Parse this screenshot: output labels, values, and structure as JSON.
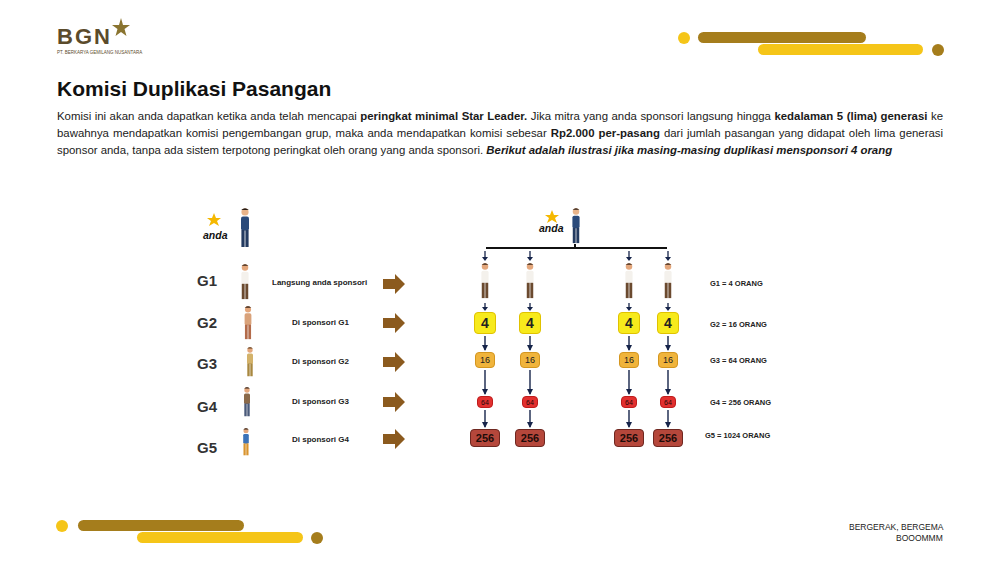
{
  "diagram": {
    "title": "Komisi Duplikasi Pasangan",
    "nodes": [
      {
        "text": [
          "4"
        ]
      },
      {
        "text": [
          "4"
        ]
      },
      {
        "text": [
          "4"
        ]
      },
      {
        "text": [
          "4"
        ]
      },
      {
        "text": [
          "16"
        ]
      },
      {
        "text": [
          "16"
        ]
      },
      {
        "text": [
          "16"
        ]
      },
      {
        "text": [
          "16"
        ]
      },
      {
        "text": [
          "64"
        ]
      },
      {
        "text": [
          "64"
        ]
      },
      {
        "text": [
          "64"
        ]
      },
      {
        "text": [
          "64"
        ]
      },
      {
        "text": [
          "256"
        ]
      },
      {
        "text": [
          "256"
        ]
      },
      {
        "text": [
          "256"
        ]
      },
      {
        "text": [
          "256"
        ]
      }
    ],
    "edges": [
      {
        "from": 0,
        "to": 4,
        "arrow": "to"
      },
      {
        "from": 1,
        "to": 5,
        "arrow": "to"
      },
      {
        "from": 2,
        "to": 6,
        "arrow": "to"
      },
      {
        "from": 3,
        "to": 7,
        "arrow": "to"
      },
      {
        "from": 4,
        "to": 8,
        "arrow": "to"
      },
      {
        "from": 5,
        "to": 9,
        "arrow": "to"
      },
      {
        "from": 6,
        "to": 10,
        "arrow": "to"
      },
      {
        "from": 7,
        "to": 11,
        "arrow": "to"
      },
      {
        "from": 8,
        "to": 12,
        "arrow": "to"
      },
      {
        "from": 9,
        "to": 13,
        "arrow": "to"
      },
      {
        "from": 10,
        "to": 14,
        "arrow": "to"
      },
      {
        "from": 11,
        "to": 15,
        "arrow": "to"
      }
    ],
    "labels": [
      "BGN",
      "PT. BERKARYA GEMILANG NUSANTARA",
      "Komisi ini akan anda dapatkan ketika anda telah mencapai",
      "peringkat minimal Star Leader.",
      "Jika mitra yang anda sponsori langsung hingga",
      "kedalaman 5 (lima) generasi",
      "ke bawahnya mendapatkan komisi pengembangan grup, maka anda mendapatkan komisi sebesar",
      "Rp2.000 per-pasang",
      "dari jumlah pasangan yang didapat oleh lima generasi sponsor anda, tanpa ada sistem terpotong peringkat oleh orang yang anda sponsori.",
      "Berikut adalah ilustrasi jika masing-masing duplikasi mensponsori 4 orang",
      "anda",
      "G1",
      "G2",
      "G3",
      "G4",
      "G5",
      "Langsung anda sponsori",
      "Di sponsori G1",
      "Di sponsori G2",
      "Di sponsori G3",
      "Di sponsori G4",
      "anda",
      "G1 = 4 ORANG",
      "G2 = 16 ORANG",
      "G3 = 64 ORANG",
      "G4 = 256 ORANG",
      "G5 = 1024 ORANG",
      "BERGERAK, BERGEMA",
      "BOOOMMM"
    ]
  }
}
